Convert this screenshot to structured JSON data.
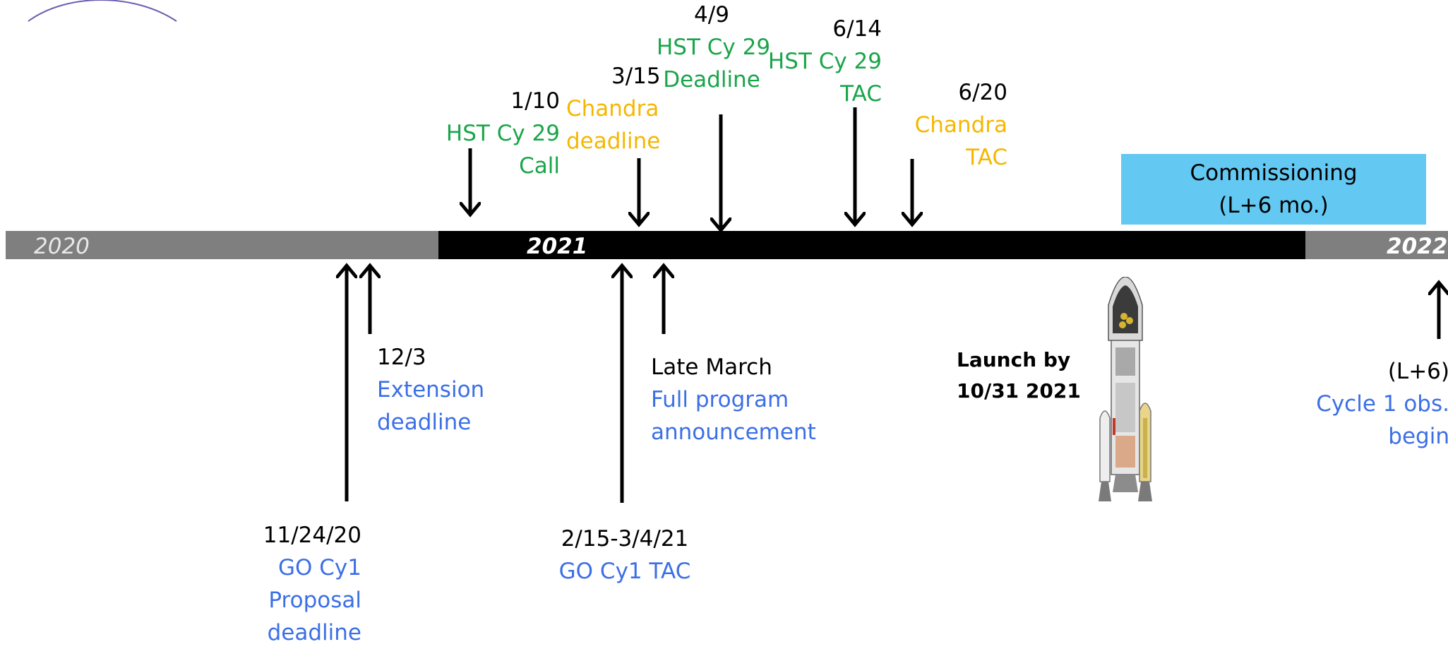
{
  "timeline": {
    "years": [
      "2020",
      "2021",
      "2022"
    ],
    "colors": {
      "past": "#7f7f7f",
      "current": "#000000",
      "commissioning": "#63c8f2"
    }
  },
  "top_events": [
    {
      "date": "1/10",
      "label": [
        "HST Cy 29",
        "Call"
      ],
      "color": "#1aa54a"
    },
    {
      "date": "3/15",
      "label": [
        "Chandra",
        "deadline"
      ],
      "color": "#f5b700"
    },
    {
      "date": "4/9",
      "label": [
        "HST Cy 29",
        "Deadline"
      ],
      "color": "#1aa54a"
    },
    {
      "date": "6/14",
      "label": [
        "HST Cy 29",
        "TAC"
      ],
      "color": "#1aa54a"
    },
    {
      "date": "6/20",
      "label": [
        "Chandra",
        "TAC"
      ],
      "color": "#f5b700"
    }
  ],
  "bottom_events": [
    {
      "date": "11/24/20",
      "label": [
        "GO Cy1",
        "Proposal",
        "deadline"
      ],
      "color": "#3c6fe6"
    },
    {
      "date": "12/3",
      "label": [
        "Extension",
        "deadline"
      ],
      "color": "#3c6fe6"
    },
    {
      "date": "2/15-3/4/21",
      "label": [
        "GO Cy1 TAC"
      ],
      "color": "#3c6fe6"
    },
    {
      "date": "Late March",
      "label": [
        "Full program",
        "announcement"
      ],
      "color": "#3c6fe6"
    },
    {
      "date": "(L+6)",
      "label": [
        "Cycle 1 obs.",
        "begin"
      ],
      "color": "#3c6fe6"
    }
  ],
  "commissioning": [
    "Commissioning",
    "(L+6 mo.)"
  ],
  "launch": [
    "Launch by",
    "10/31 2021"
  ],
  "icons": {
    "rocket": "rocket-icon",
    "arrow": "arrow-icon",
    "logo": "logo-arc"
  }
}
